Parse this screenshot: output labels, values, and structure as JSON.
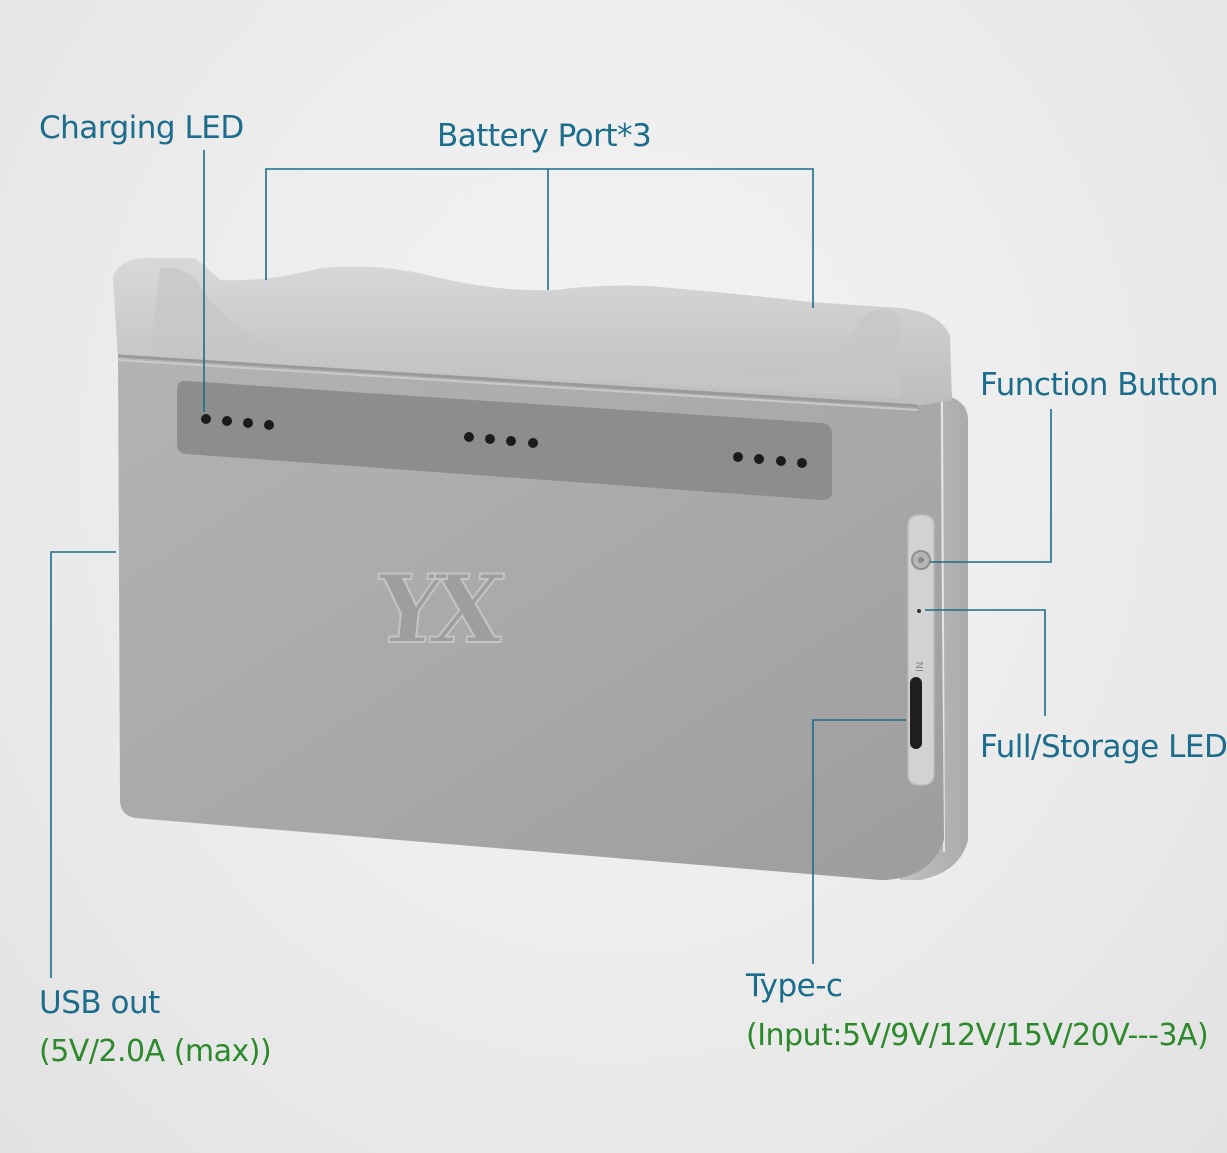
{
  "labels": {
    "charging_led": "Charging LED",
    "battery_port": "Battery Port*3",
    "function_button": "Function Button",
    "full_storage_led": "Full/Storage LED",
    "usb_out": "USB out",
    "usb_out_spec": "(5V/2.0A (max))",
    "type_c": "Type-c",
    "type_c_spec": "(Input:5V/9V/12V/15V/20V---3A)"
  },
  "device": {
    "logo_text": "YX",
    "port_label": "IN",
    "led_groups": 3,
    "leds_per_group": 4
  },
  "colors": {
    "label_blue": "#1c6d8c",
    "spec_green": "#2c8a2c",
    "callout_line": "#1c6d8c",
    "body_gray": "#a8a8a8",
    "led_strip": "#8d8d8d"
  }
}
